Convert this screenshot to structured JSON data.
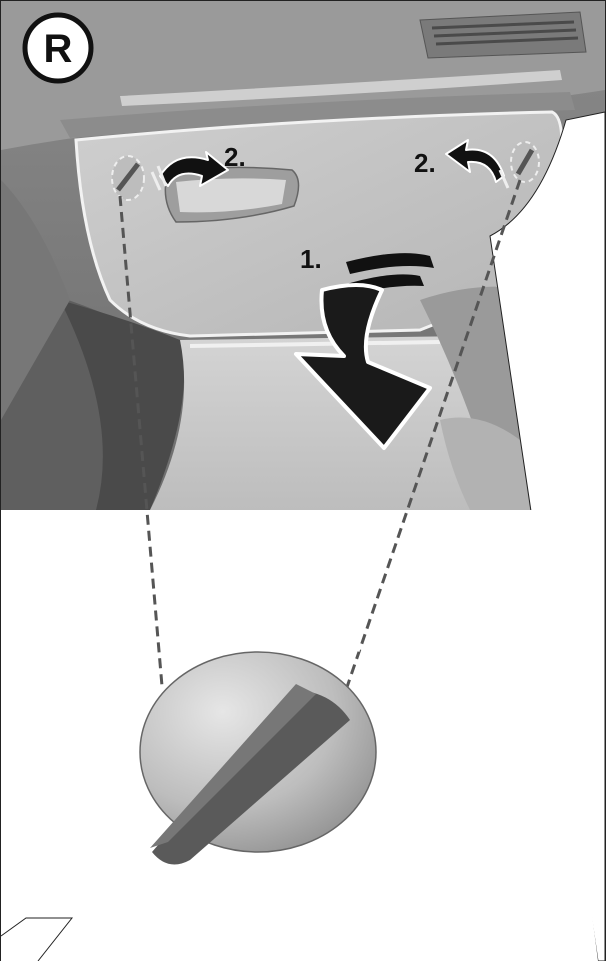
{
  "badge": {
    "letter": "R"
  },
  "steps": {
    "step1": "1.",
    "step2_left": "2.",
    "step2_right": "2."
  },
  "colors": {
    "dash_dark": "#3b3b3b",
    "dash_mid": "#6e6e6e",
    "dash_light": "#a9a9a9",
    "panel": "#c4c4c4",
    "arrow": "#1a1a1a",
    "callout_line": "#555555",
    "knob_face": "#b8b8b8",
    "knob_grip": "#5a5a5a"
  },
  "icons": {
    "badge": "circled-letter-r",
    "open_arrow": "curved-arrow-down",
    "turn_left": "curved-arrow-right",
    "turn_right": "curved-arrow-left",
    "detail": "rotary-latch-knob"
  }
}
